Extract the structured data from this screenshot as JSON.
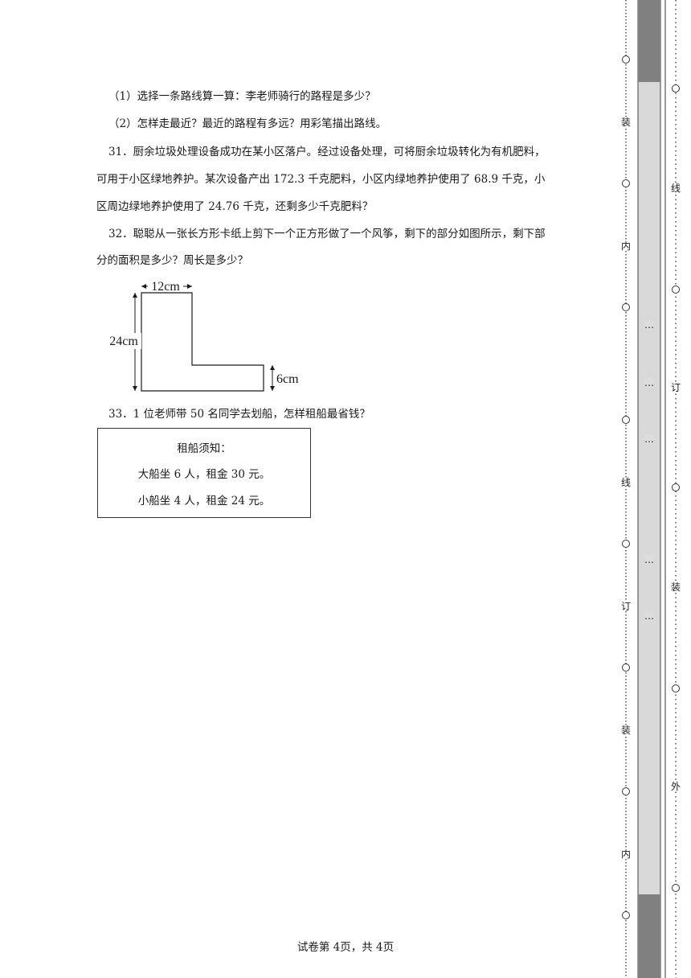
{
  "questions": {
    "q30_part1": "（1）选择一条路线算一算：李老师骑行的路程是多少？",
    "q30_part2": "（2）怎样走最近？最近的路程有多远？用彩笔描出路线。",
    "q31_line1": "31．厨余垃圾处理设备成功在某小区落户。经过设备处理，可将厨余垃圾转化为有机肥料，",
    "q31_line2": "可用于小区绿地养护。某次设备产出 172.3 千克肥料，小区内绿地养护使用了 68.9 千克，小",
    "q31_line3": "区周边绿地养护使用了 24.76 千克，还剩多少千克肥料？",
    "q32_line1": "32．聪聪从一张长方形卡纸上剪下一个正方形做了一个风筝，剩下的部分如图所示，剩下部",
    "q32_line2": "分的面积是多少？周长是多少？",
    "q33": "33．1 位老师带 50 名同学去划船，怎样租船最省钱？"
  },
  "figure": {
    "top_label": "12cm",
    "left_label": "24cm",
    "right_label": "6cm"
  },
  "notice": {
    "title": "租船须知：",
    "line1": "大船坐 6 人，租金 30 元。",
    "line2": "小船坐 4 人，租金 24 元。"
  },
  "footer": "试卷第 4页，共 4页",
  "binding": {
    "inner_labels": [
      "装",
      "内",
      "线",
      "订",
      "装",
      "内"
    ],
    "outer_labels": [
      "线",
      "订",
      "装",
      "外"
    ],
    "shaded_labels": [
      "…",
      "…",
      "…",
      "…",
      "…"
    ]
  }
}
